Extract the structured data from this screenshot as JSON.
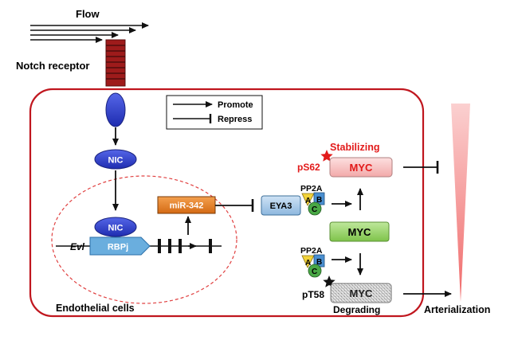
{
  "flow": {
    "label": "Flow"
  },
  "notch": {
    "label": "Notch receptor"
  },
  "legend": {
    "promote": "Promote",
    "repress": "Repress"
  },
  "nic": {
    "label": "NIC"
  },
  "rbpj": {
    "label": "RBPj"
  },
  "evl": {
    "label": "Evl"
  },
  "mir": {
    "label": "miR-342"
  },
  "eya": {
    "label": "EYA3"
  },
  "pp2a": {
    "label": "PP2A",
    "a": "A",
    "b": "B",
    "c": "C"
  },
  "myc": {
    "label": "MYC"
  },
  "stabilizing": {
    "label": "Stabilizing"
  },
  "ps62": {
    "label": "pS62"
  },
  "pt58": {
    "label": "pT58"
  },
  "degrading": {
    "label": "Degrading"
  },
  "cell": {
    "label": "Endothelial cells"
  },
  "outcome": {
    "label": "Arterialization"
  },
  "colors": {
    "cell_border": "#c0161e",
    "receptor": "#9e1b1b",
    "nic_blue": "#2e3fd0",
    "mir_orange": "#e0781c",
    "eya_blue": "#a9cbe8",
    "myc_green": "#8ccf5a",
    "myc_stable": "#f5b8b8",
    "star_red": "#e21a1a"
  }
}
